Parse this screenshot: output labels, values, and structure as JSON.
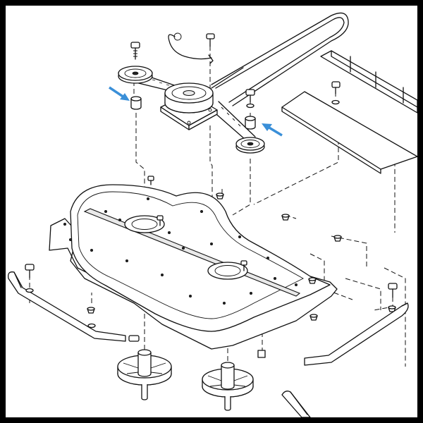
{
  "diagram": {
    "kind": "exploded-parts-view",
    "arrow_color": "#3a8fd8",
    "line_color": "#111111",
    "frame_color": "#000000",
    "parts": [
      "drive-belt",
      "idler-pulley-left",
      "center-spindle-pulley",
      "idler-pulley-right",
      "spacer-left",
      "spacer-right",
      "mower-deck",
      "spindle-left",
      "spindle-right",
      "bumper-left",
      "bumper-right",
      "belt-guard-plate",
      "hanger-bracket",
      "spring"
    ]
  }
}
